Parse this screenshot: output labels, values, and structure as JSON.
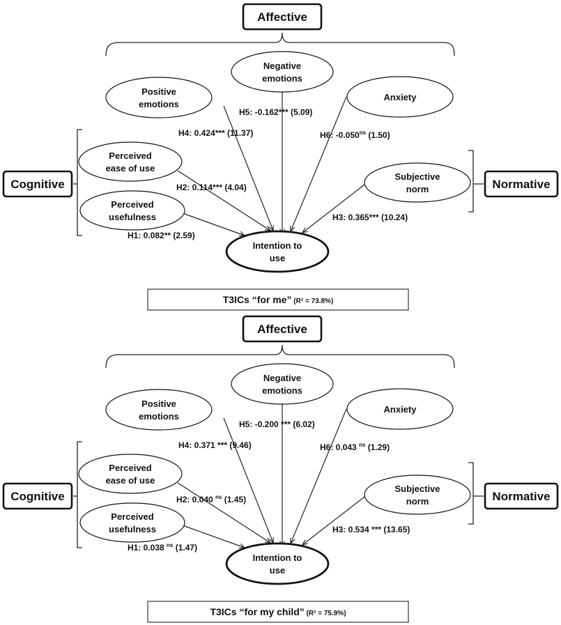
{
  "panels": [
    {
      "groups": {
        "affective": "Affective",
        "cognitive": "Cognitive",
        "normative": "Normative"
      },
      "nodes": {
        "negative": [
          "Negative",
          "emotions"
        ],
        "positive": [
          "Positive",
          "emotions"
        ],
        "anxiety": [
          "Anxiety"
        ],
        "ease": [
          "Perceived",
          "ease of use"
        ],
        "useful": [
          "Perceived",
          "usefulness"
        ],
        "subjective": [
          "Subjective",
          "norm"
        ],
        "intention": [
          "Intention to",
          "use"
        ]
      },
      "paths": {
        "h1": {
          "pre": "H1: 0.082** (2.59)",
          "sup": "",
          "post": ""
        },
        "h2": {
          "pre": "H2: 0.114*** (4.04)",
          "sup": "",
          "post": ""
        },
        "h3": {
          "pre": "H3: 0.365*** (10.24)",
          "sup": "",
          "post": ""
        },
        "h4": {
          "pre": "H4: 0.424*** (11.37)",
          "sup": "",
          "post": ""
        },
        "h5": {
          "pre": "H5: -0.162*** (5.09)",
          "sup": "",
          "post": ""
        },
        "h6": {
          "pre": "H6: -0.050",
          "sup": "ns",
          "post": " (1.50)"
        }
      },
      "caption": {
        "main": "T3ICs “for me”",
        "r2": " (R² = 73.8%)"
      }
    },
    {
      "groups": {
        "affective": "Affective",
        "cognitive": "Cognitive",
        "normative": "Normative"
      },
      "nodes": {
        "negative": [
          "Negative",
          "emotions"
        ],
        "positive": [
          "Positive",
          "emotions"
        ],
        "anxiety": [
          "Anxiety"
        ],
        "ease": [
          "Perceived",
          "ease of use"
        ],
        "useful": [
          "Perceived",
          "usefulness"
        ],
        "subjective": [
          "Subjective",
          "norm"
        ],
        "intention": [
          "Intention to",
          "use"
        ]
      },
      "paths": {
        "h1": {
          "pre": "H1: 0.038 ",
          "sup": "ns",
          "post": " (1.47)"
        },
        "h2": {
          "pre": "H2: 0.040 ",
          "sup": "ns",
          "post": " (1.45)"
        },
        "h3": {
          "pre": "H3: 0.534 *** (13.65)",
          "sup": "",
          "post": ""
        },
        "h4": {
          "pre": "H4: 0.371 *** (9.46)",
          "sup": "",
          "post": ""
        },
        "h5": {
          "pre": "H5: -0.200 *** (6.02)",
          "sup": "",
          "post": ""
        },
        "h6": {
          "pre": "H6: 0.043 ",
          "sup": "ns",
          "post": " (1.29)"
        }
      },
      "caption": {
        "main": "T3ICs “for my child”",
        "r2": " (R² = 75.9%)"
      }
    }
  ]
}
